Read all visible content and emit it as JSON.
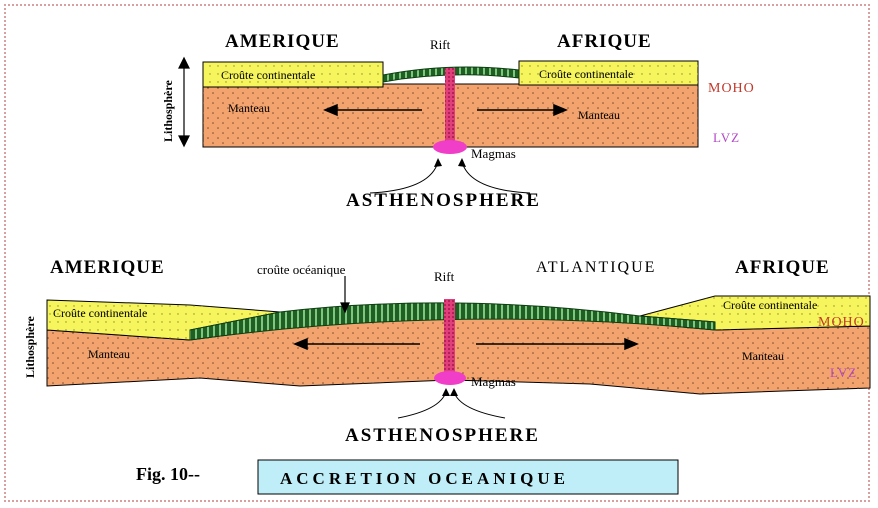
{
  "top_diagram": {
    "left_continent": "AMERIQUE",
    "right_continent": "AFRIQUE",
    "rift": "Rift",
    "crust_left": "Croûte continentale",
    "crust_right": "Croûte continentale",
    "mantle_left": "Manteau",
    "mantle_right": "Manteau",
    "moho": "MOHO",
    "lvz": "LVZ",
    "magma": "Magmas",
    "asthenosphere": "ASTHENOSPHERE",
    "lithosphere": "Lithosphère"
  },
  "bottom_diagram": {
    "left_continent": "AMERIQUE",
    "right_continent": "AFRIQUE",
    "ocean": "ATLANTIQUE",
    "oceanic_crust": "croûte océanique",
    "rift": "Rift",
    "crust_left": "Croûte continentale",
    "crust_right": "Croûte continentale",
    "mantle_left": "Manteau",
    "mantle_right": "Manteau",
    "moho": "MOHO",
    "lvz": "LVZ",
    "magma": "Magmas",
    "asthenosphere": "ASTHENOSPHERE",
    "lithosphere": "Lithosphère"
  },
  "caption": {
    "fig": "Fig. 10--",
    "title": "ACCRETION OCEANIQUE"
  },
  "colors": {
    "mantle": "#f3a46e",
    "continental_crust": "#f7f55e",
    "oceanic_crust": "#2e7d32",
    "rift": "#e0407a",
    "magma": "#f03ec8",
    "caption_box": "#bfeef8",
    "moho": "#c0392b",
    "lvz": "#b545c8"
  }
}
